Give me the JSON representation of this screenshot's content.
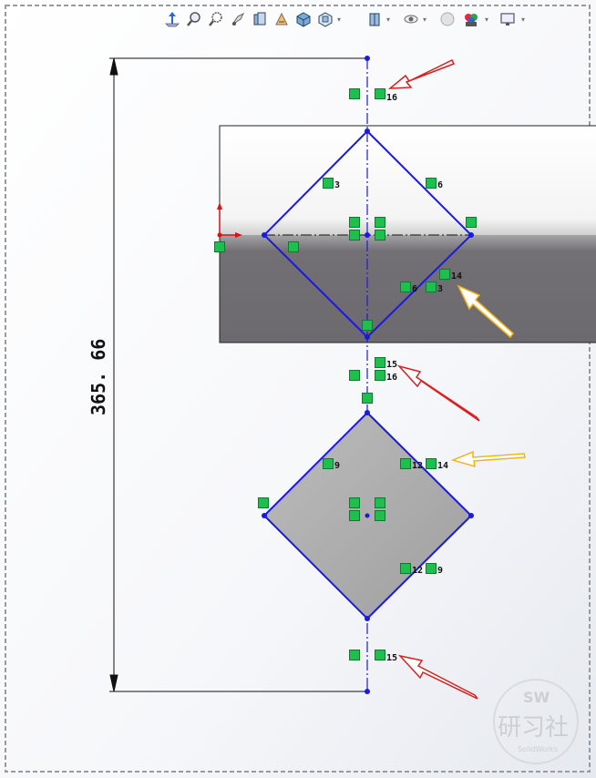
{
  "toolbar": {
    "buttons": [
      {
        "name": "normal-to-view-icon"
      },
      {
        "name": "zoom-to-fit-icon"
      },
      {
        "name": "zoom-to-area-icon"
      },
      {
        "name": "previous-view-icon"
      },
      {
        "name": "section-view-icon"
      },
      {
        "name": "dynamic-annotation-icon"
      },
      {
        "name": "view-orientation-icon"
      },
      {
        "name": "display-style-icon"
      },
      {
        "name": "hide-show-items-icon"
      },
      {
        "name": "edit-appearance-icon"
      },
      {
        "name": "apply-scene-icon"
      },
      {
        "name": "view-settings-icon"
      }
    ]
  },
  "dimension": {
    "value": "365. 66"
  },
  "relations": {
    "r16a": "16",
    "r16b": "16",
    "r15a": "15",
    "r15b": "15",
    "r14a": "14",
    "r14b": "14",
    "r12a": "12",
    "r12b": "12",
    "r9a": "9",
    "r9b": "9",
    "r6a": "6",
    "r6b": "6",
    "r3a": "3",
    "r3b": "3"
  },
  "watermark": {
    "line1": "SW",
    "line2": "研习社",
    "line3": "SolidWorks"
  },
  "colors": {
    "sketch_line": "#1a1adf",
    "relation_badge": "#1fbf4f",
    "arrow_red": "#d92020",
    "arrow_yellow": "#f2b417",
    "body_dark": "#6e6c70",
    "fill_gray": "#a9a9a9"
  }
}
